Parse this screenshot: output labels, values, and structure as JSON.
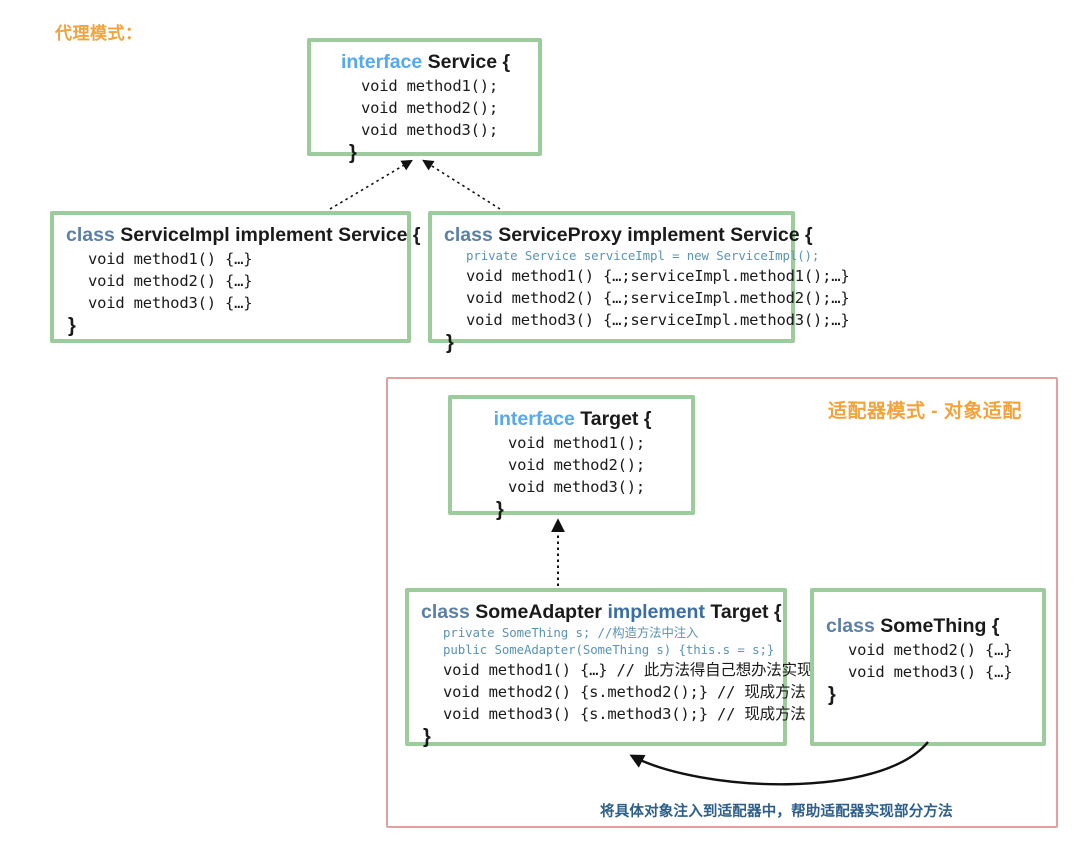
{
  "page": {
    "proxy_section_title": "代理模式：",
    "adapter_section_title": "适配器模式 - 对象适配",
    "adapter_caption": "将具体对象注入到适配器中，帮助适配器实现部分方法"
  },
  "boxes": {
    "service": {
      "keyword": "interface",
      "name": "Service {",
      "lines": [
        "void method1();",
        "void method2();",
        "void method3();"
      ],
      "close": "}"
    },
    "service_impl": {
      "keyword": "class",
      "name": "ServiceImpl implement Service {",
      "lines": [
        "void method1() {…}",
        "void method2() {…}",
        "void method3() {…}"
      ],
      "close": "}"
    },
    "service_proxy": {
      "keyword": "class",
      "name": "ServiceProxy implement Service {",
      "field": "private Service serviceImpl = new ServiceImpl();",
      "lines": [
        "void method1() {…;serviceImpl.method1();…}",
        "void method2() {…;serviceImpl.method2();…}",
        "void method3() {…;serviceImpl.method3();…}"
      ],
      "close": "}"
    },
    "target": {
      "keyword": "interface",
      "name": "Target {",
      "lines": [
        "void method1();",
        "void method2();",
        "void method3();"
      ],
      "close": "}"
    },
    "some_adapter": {
      "keyword": "class",
      "name": "SomeAdapter",
      "keyword2": "implement",
      "name2": "Target {",
      "field": "private SomeThing s; //构造方法中注入",
      "constructor": "public SomeAdapter(SomeThing s) {this.s = s;}",
      "lines": [
        "void method1() {…} // 此方法得自己想办法实现",
        "void method2() {s.method2();} // 现成方法",
        "void method3() {s.method3();} // 现成方法"
      ],
      "close": "}"
    },
    "some_thing": {
      "keyword": "class",
      "name": "SomeThing {",
      "lines": [
        "void method2() {…}",
        "void method3() {…}"
      ],
      "close": "}"
    }
  },
  "colors": {
    "box_border": "#9ccb9c",
    "region_border": "#e2a0a0",
    "interface_keyword": "#56a8ef",
    "class_keyword": "#5b7fa6",
    "implement_keyword": "#3a6ea5",
    "field_text": "#5b93b5",
    "title_orange": "#f2a33c",
    "caption_blue": "#2e5f8a",
    "code_text": "#1a1a1a"
  }
}
